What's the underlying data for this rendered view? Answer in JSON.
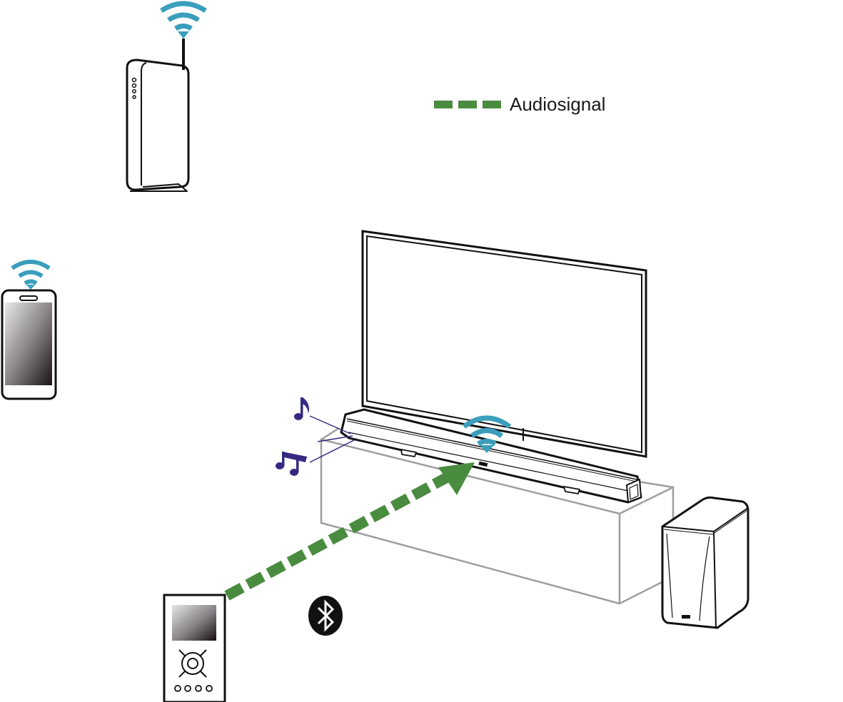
{
  "diagram": {
    "type": "connection-diagram",
    "description": "Bluetooth audio from a portable music player to a soundbar on a TV cabinet; Wi-Fi router, smartphone, soundbar with wireless subwoofer",
    "legend": {
      "label": "Audiosignal",
      "line_style": "dashed",
      "color": "#4a8c3f"
    },
    "colors": {
      "wifi": "#3a9ebc",
      "audio_signal": "#4a8c3f",
      "music_notes": "#342a82",
      "outline": "#111111",
      "cabinet": "#9e9e9e",
      "bluetooth_badge": "#111111"
    },
    "nodes": [
      {
        "id": "router",
        "label": "Wi-Fi router",
        "wireless": true
      },
      {
        "id": "smartphone",
        "label": "Smartphone",
        "wireless": true
      },
      {
        "id": "tv",
        "label": "TV"
      },
      {
        "id": "soundbar",
        "label": "Soundbar",
        "wireless": true
      },
      {
        "id": "subwoofer",
        "label": "Subwoofer"
      },
      {
        "id": "music-player",
        "label": "Portable music player"
      },
      {
        "id": "bluetooth",
        "label": "Bluetooth"
      }
    ],
    "edges": [
      {
        "from": "music-player",
        "to": "soundbar",
        "kind": "Audiosignal"
      }
    ],
    "bluetooth_glyph": "ᛒ"
  }
}
